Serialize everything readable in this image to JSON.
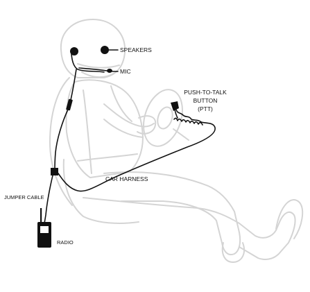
{
  "labels": {
    "speakers": "SPEAKERS",
    "mic": "MIC",
    "ptt_line1": "PUSH-TO-TALK",
    "ptt_line2": "BUTTON",
    "ptt_line3": "(PTT)",
    "car_harness": "CAR HARNESS",
    "jumper_cable": "JUMPER CABLE",
    "radio": "RADIO"
  },
  "colors": {
    "figure_outline": "#d4d4d4",
    "wiring": "#111111",
    "text": "#111111"
  }
}
